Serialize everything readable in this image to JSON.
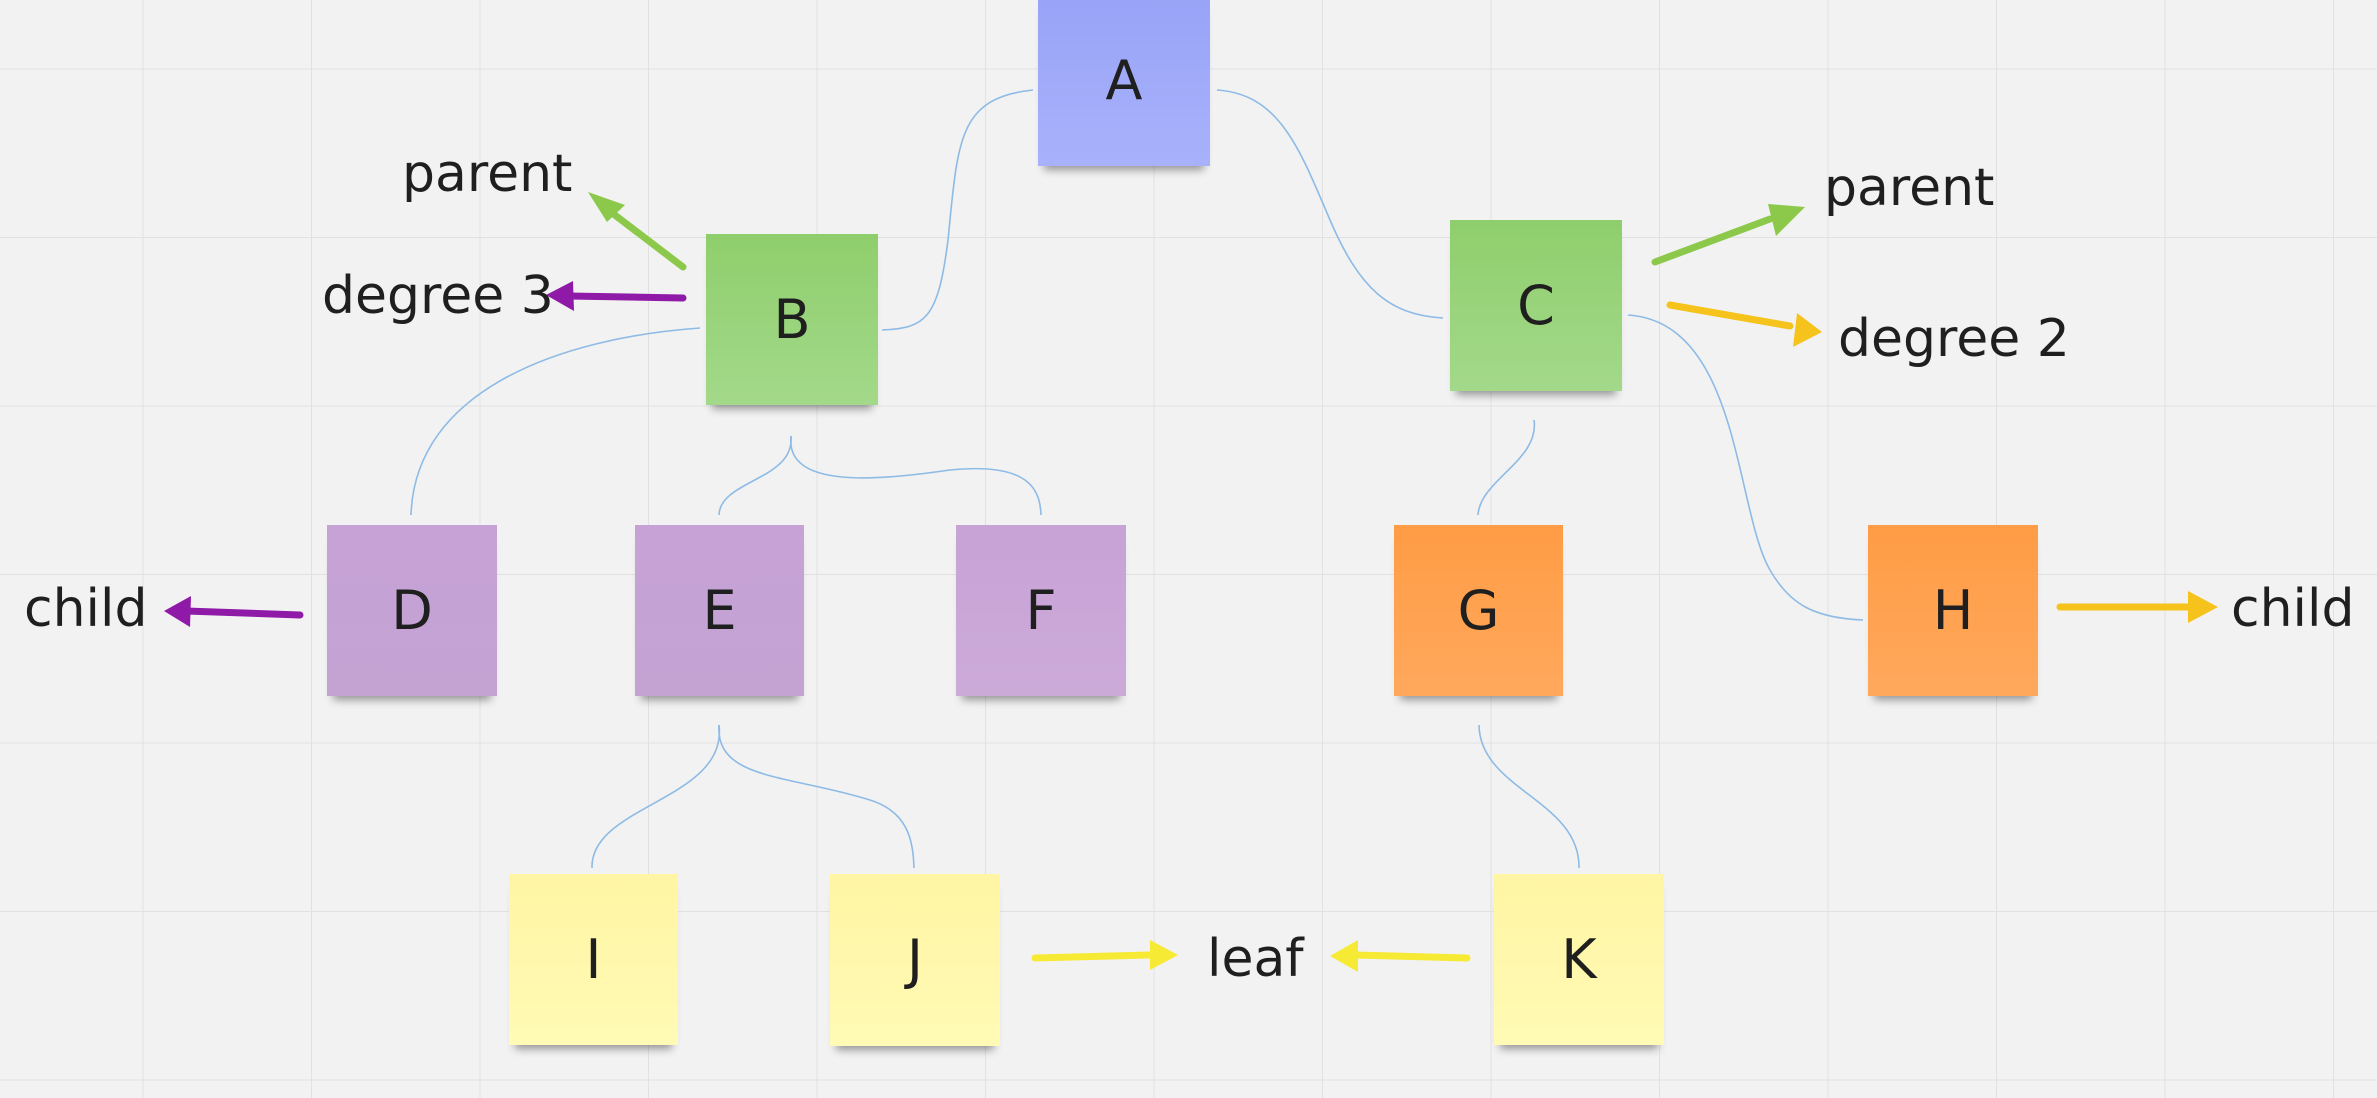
{
  "nodes": {
    "a": "A",
    "b": "B",
    "c": "C",
    "d": "D",
    "e": "E",
    "f": "F",
    "g": "G",
    "h": "H",
    "i": "I",
    "j": "J",
    "k": "K"
  },
  "labels": {
    "parent_b": "parent",
    "degree_b": "degree 3",
    "child_d": "child",
    "parent_c": "parent",
    "degree_c": "degree 2",
    "child_h": "child",
    "leaf": "leaf"
  },
  "colors": {
    "blue_note": "#9ea9f8",
    "green_note": "#93d171",
    "purple_note": "#c5a3d4",
    "orange_note": "#ffa04d",
    "yellow_note": "#fff7aa",
    "connector": "#8dbbe6",
    "arrow_green": "#8cc94b",
    "arrow_purple": "#8f1aa8",
    "arrow_amber": "#f5c31c",
    "arrow_yellow": "#f7ea35"
  }
}
